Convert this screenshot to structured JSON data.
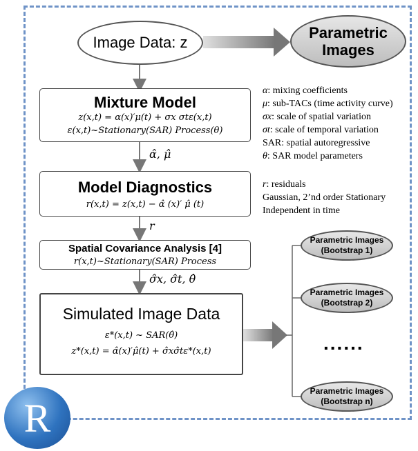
{
  "top": {
    "input_oval": "Image Data: z",
    "output_oval_line1": "Parametric",
    "output_oval_line2": "Images"
  },
  "mixture": {
    "title": "Mixture Model",
    "eq1": "z(x,t) = α(x)′μ(t) + σx σtε(x,t)",
    "eq2": "ε(x,t)~Stationary(SAR) Process(θ)"
  },
  "edge1": "α̂, μ̂",
  "diagnostics": {
    "title": "Model Diagnostics",
    "eq1": "r(x,t) = z(x,t) − α̂ (x)′ μ̂ (t)"
  },
  "edge2": "r",
  "spatial": {
    "title": "Spatial Covariance Analysis [4]",
    "eq1": "r(x,t)~Stationary(SAR) Process"
  },
  "edge3": "σ̂x, σ̂t, θ̂",
  "simulated": {
    "title": "Simulated Image Data",
    "eq1": "ε*(x,t) ~ SAR(θ̂)",
    "eq2": "z*(x,t) = α̂(x)′μ̂(t) + σ̂xσ̂tε*(x,t)"
  },
  "legend1": [
    {
      "sym": "α",
      "text": ": mixing coefficients"
    },
    {
      "sym": "μ",
      "text": ": sub-TACs (time activity curve)"
    },
    {
      "sym": "σx",
      "text": ": scale of spatial variation"
    },
    {
      "sym": "σt",
      "text": ": scale of temporal variation"
    },
    {
      "sym": "SAR",
      "text": ": spatial autoregressive"
    },
    {
      "sym": "θ",
      "text": ": SAR model parameters"
    }
  ],
  "legend2": [
    {
      "sym": "r",
      "text": ": residuals"
    },
    {
      "sym": "",
      "text": "Gaussian, 2’nd order Stationary"
    },
    {
      "sym": "",
      "text": "Independent in time"
    }
  ],
  "bootstrap": [
    {
      "line1": "Parametric Images",
      "line2": "(Bootstrap 1)"
    },
    {
      "line1": "Parametric Images",
      "line2": "(Bootstrap 2)"
    },
    {
      "line1": "Parametric Images",
      "line2": "(Bootstrap n)"
    }
  ],
  "ellipsis": "......",
  "logo_letter": "R"
}
